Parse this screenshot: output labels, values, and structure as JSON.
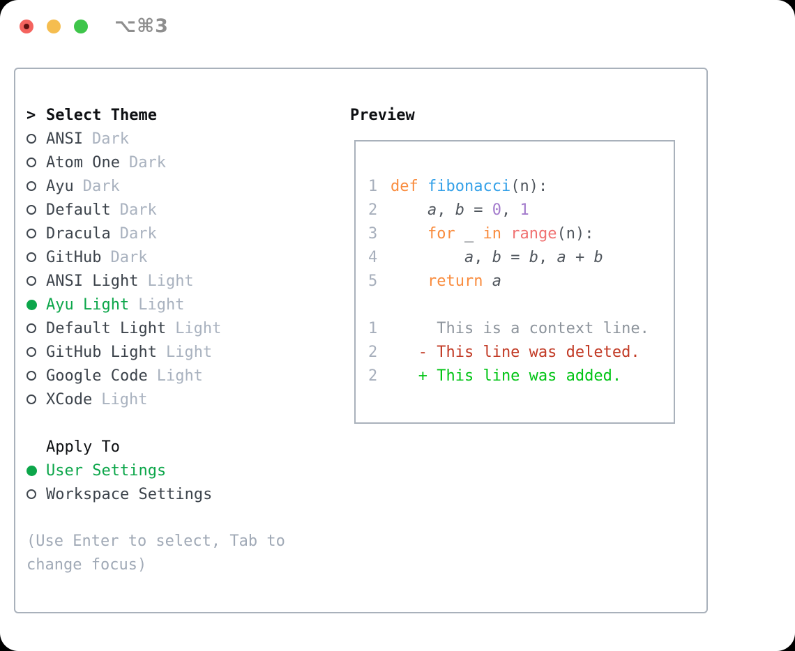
{
  "window": {
    "title": "⌥⌘3"
  },
  "colors": {
    "ui_green": "#0CA64A",
    "added_green": "#00C414",
    "deleted_red": "#C23B26",
    "context_gray": "#8D949C",
    "keyword_orange": "#F98C3E",
    "function_blue": "#33A0E8",
    "number_purple": "#A37BCC",
    "special_coral": "#F07171",
    "border_gray": "#A9B1BB",
    "traffic_red": "#F4635E",
    "traffic_yellow": "#F5BD4F",
    "traffic_green": "#3EC54A"
  },
  "theme_picker": {
    "header": {
      "prefix": ">",
      "label": "Select Theme"
    },
    "themes": [
      {
        "name": "ANSI",
        "tag": "Dark",
        "selected": false
      },
      {
        "name": "Atom One",
        "tag": "Dark",
        "selected": false
      },
      {
        "name": "Ayu",
        "tag": "Dark",
        "selected": false
      },
      {
        "name": "Default",
        "tag": "Dark",
        "selected": false
      },
      {
        "name": "Dracula",
        "tag": "Dark",
        "selected": false
      },
      {
        "name": "GitHub",
        "tag": "Dark",
        "selected": false
      },
      {
        "name": "ANSI Light",
        "tag": "Light",
        "selected": false
      },
      {
        "name": "Ayu Light",
        "tag": "Light",
        "selected": true
      },
      {
        "name": "Default Light",
        "tag": "Light",
        "selected": false
      },
      {
        "name": "GitHub Light",
        "tag": "Light",
        "selected": false
      },
      {
        "name": "Google Code",
        "tag": "Light",
        "selected": false
      },
      {
        "name": "XCode",
        "tag": "Light",
        "selected": false
      }
    ],
    "apply_to": {
      "label": "Apply To",
      "options": [
        {
          "name": "User Settings",
          "selected": true
        },
        {
          "name": "Workspace Settings",
          "selected": false
        }
      ]
    },
    "hint": "(Use Enter to select, Tab to change focus)"
  },
  "preview": {
    "title": "Preview",
    "code_lines": [
      {
        "num": "1",
        "segments": [
          {
            "t": "def",
            "s": "kw"
          },
          {
            "t": " ",
            "s": "fg"
          },
          {
            "t": "fibonacci",
            "s": "fn"
          },
          {
            "t": "(n):",
            "s": "fg"
          }
        ]
      },
      {
        "num": "2",
        "segments": [
          {
            "t": "    ",
            "s": "fg"
          },
          {
            "t": "a",
            "s": "var"
          },
          {
            "t": ", ",
            "s": "fg"
          },
          {
            "t": "b",
            "s": "var"
          },
          {
            "t": " = ",
            "s": "fg"
          },
          {
            "t": "0",
            "s": "num"
          },
          {
            "t": ", ",
            "s": "fg"
          },
          {
            "t": "1",
            "s": "num"
          }
        ]
      },
      {
        "num": "3",
        "segments": [
          {
            "t": "    ",
            "s": "fg"
          },
          {
            "t": "for",
            "s": "kw"
          },
          {
            "t": " _ ",
            "s": "fg"
          },
          {
            "t": "in",
            "s": "kw"
          },
          {
            "t": " ",
            "s": "fg"
          },
          {
            "t": "range",
            "s": "sp"
          },
          {
            "t": "(n):",
            "s": "fg"
          }
        ]
      },
      {
        "num": "4",
        "segments": [
          {
            "t": "        ",
            "s": "fg"
          },
          {
            "t": "a",
            "s": "var"
          },
          {
            "t": ", ",
            "s": "fg"
          },
          {
            "t": "b",
            "s": "var"
          },
          {
            "t": " = ",
            "s": "fg"
          },
          {
            "t": "b",
            "s": "var"
          },
          {
            "t": ", ",
            "s": "fg"
          },
          {
            "t": "a",
            "s": "var"
          },
          {
            "t": " + ",
            "s": "fg"
          },
          {
            "t": "b",
            "s": "var"
          }
        ]
      },
      {
        "num": "5",
        "segments": [
          {
            "t": "    ",
            "s": "fg"
          },
          {
            "t": "return",
            "s": "kw"
          },
          {
            "t": " ",
            "s": "fg"
          },
          {
            "t": "a",
            "s": "var"
          }
        ]
      }
    ],
    "diff_lines": [
      {
        "num": "1",
        "kind": "context",
        "text": "     This is a context line."
      },
      {
        "num": "2",
        "kind": "deleted",
        "text": "   - This line was deleted."
      },
      {
        "num": "2",
        "kind": "added",
        "text": "   + This line was added."
      }
    ]
  }
}
